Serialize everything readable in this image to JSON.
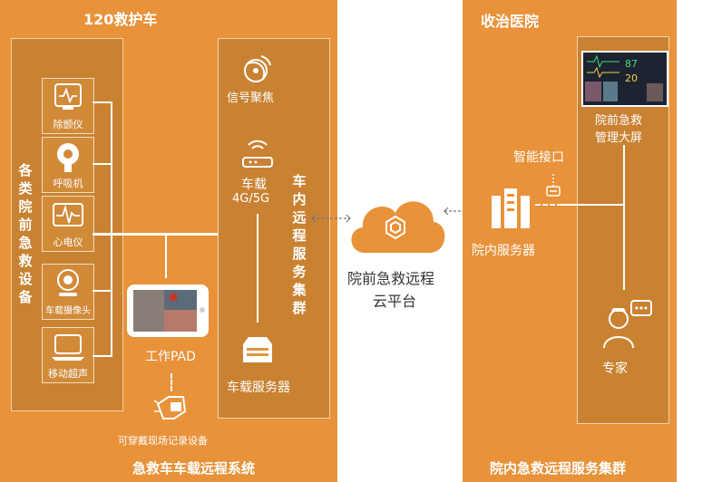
{
  "ambulance": {
    "title": "120救护车",
    "devices_group": "各类院前急救设备",
    "devices": [
      {
        "label": "除颤仪",
        "icon": "defibrillator-icon"
      },
      {
        "label": "呼吸机",
        "icon": "ventilator-icon"
      },
      {
        "label": "心电仪",
        "icon": "ecg-icon"
      },
      {
        "label": "车载摄像头",
        "icon": "camera-icon"
      },
      {
        "label": "移动超声",
        "icon": "ultrasound-icon"
      }
    ],
    "pad_label": "工作PAD",
    "wearable_label": "可穿戴现场记录设备",
    "signal_label": "信号聚焦",
    "network_label": "车载",
    "network_sub": "4G/5G",
    "server_label": "车载服务器",
    "cluster_label": "车内远程服务集群",
    "system_title": "急救车车载远程系统"
  },
  "cloud": {
    "line1": "院前急救远程",
    "line2": "云平台"
  },
  "hospital": {
    "title": "收治医院",
    "screen_label_1": "院前急救",
    "screen_label_2": "管理大屏",
    "interface_label": "智能接口",
    "server_label": "院内服务器",
    "expert_label": "专家",
    "cluster_title": "院内急救远程服务集群",
    "monitor_values": [
      "87",
      "20"
    ]
  },
  "colors": {
    "panel": "#e8923a",
    "inner_box": "#c98232",
    "cloud": "#e8923a"
  }
}
